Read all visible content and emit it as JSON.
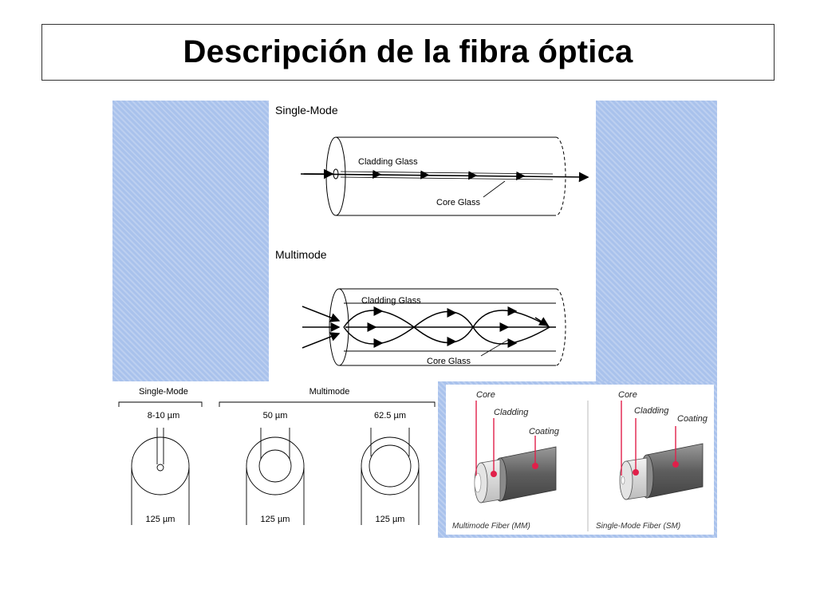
{
  "title": "Descripción de la fibra óptica",
  "top_diagram": {
    "single_mode_title": "Single-Mode",
    "multimode_title": "Multimode",
    "cladding_label": "Cladding Glass",
    "core_label": "Core Glass"
  },
  "cross_sections": {
    "single_mode_header": "Single-Mode",
    "multimode_header": "Multimode",
    "items": [
      {
        "core_size": "8-10 µm",
        "outer_size": "125 µm"
      },
      {
        "core_size": "50 µm",
        "outer_size": "125 µm"
      },
      {
        "core_size": "62.5 µm",
        "outer_size": "125 µm"
      }
    ]
  },
  "cables": {
    "core": "Core",
    "cladding": "Cladding",
    "coating": "Coating",
    "mm_caption": "Multimode Fiber (MM)",
    "sm_caption": "Single-Mode Fiber (SM)"
  },
  "colors": {
    "background_blue": "#a9c2ec",
    "pointer_red": "#e0204a",
    "coating_dark": "#6a6a6a"
  }
}
